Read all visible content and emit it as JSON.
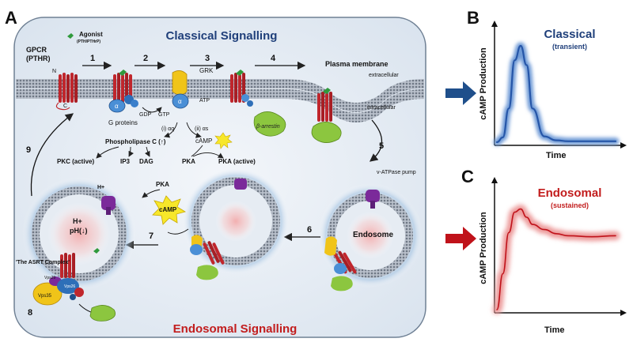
{
  "panels": {
    "a": "A",
    "b": "B",
    "c": "C"
  },
  "classical": {
    "title": "Classical Signalling",
    "gpcr": "GPCR",
    "pthr": "(PTHR)",
    "agonist": "Agonist",
    "agonist_sub": "(PTH/PTHrP)",
    "n_term": "N",
    "c_term": "C",
    "steps": [
      "1",
      "2",
      "3",
      "4",
      "5",
      "6",
      "7",
      "8",
      "9"
    ],
    "g_proteins": "G proteins",
    "gdp": "GDP",
    "gtp": "GTP",
    "atp": "ATP",
    "grk": "GRK",
    "alpha": "α",
    "beta_arrestin": "β-arrestin",
    "plasma_membrane": "Plasma membrane",
    "extracellular": "extracellular",
    "intracellular": "intracellular",
    "alpha_q": "(i) αq",
    "alpha_s": "(ii) αs",
    "phospholipase": "Phospholipase C (↑)",
    "camp": "cAMP",
    "pkc": "PKC (active)",
    "ip3": "IP3",
    "dag": "DAG",
    "pka": "PKA",
    "pka_active": "PKA (active)"
  },
  "endosomal": {
    "title": "Endosomal Signalling",
    "vatpase": "v-ATPase pump",
    "endosome": "Endosome",
    "pka": "PKA",
    "camp": "cAMP",
    "h_plus": "H+",
    "ph_down": "pH(↓)",
    "asrt": "'The ASRT Complex'",
    "vps29": "Vps29",
    "vps35": "Vps35",
    "vps26": "Vps26"
  },
  "chart_b": {
    "title": "Classical",
    "subtitle": "(transient)",
    "ylabel": "cAMP Production",
    "xlabel": "Time"
  },
  "chart_c": {
    "title": "Endosomal",
    "subtitle": "(sustained)",
    "ylabel": "cAMP Production",
    "xlabel": "Time"
  },
  "colors": {
    "classical_title": "#1f3f7a",
    "endosomal_title": "#c21d1d",
    "receptor": "#c0262c",
    "g_alpha": "#4a8fd6",
    "arrestin": "#8cc63f",
    "vatpase": "#7b2a9a",
    "gs_yellow": "#f0c419",
    "membrane": "#8c95a3",
    "cell_bg": "#e3ebf3",
    "arrow_blue": "#1f4f8b",
    "arrow_red": "#c0121a"
  },
  "chart_data": [
    {
      "type": "line",
      "title": "Classical",
      "subtitle": "(transient)",
      "xlabel": "Time",
      "ylabel": "cAMP Production",
      "shape": "transient",
      "x": [
        0,
        0.5,
        1,
        1.5,
        2,
        2.5,
        3,
        4,
        5,
        6,
        8,
        10
      ],
      "values": [
        0,
        0.05,
        0.35,
        0.85,
        1.0,
        0.8,
        0.35,
        0.06,
        0.02,
        0.01,
        0.01,
        0.01
      ]
    },
    {
      "type": "line",
      "title": "Endosomal",
      "subtitle": "(sustained)",
      "xlabel": "Time",
      "ylabel": "cAMP Production",
      "shape": "sustained",
      "x": [
        0,
        0.5,
        1,
        1.5,
        2,
        2.5,
        3,
        4,
        5,
        6,
        8,
        10
      ],
      "values": [
        0,
        0.35,
        0.75,
        0.95,
        0.98,
        0.9,
        0.83,
        0.78,
        0.74,
        0.72,
        0.71,
        0.72
      ]
    }
  ]
}
